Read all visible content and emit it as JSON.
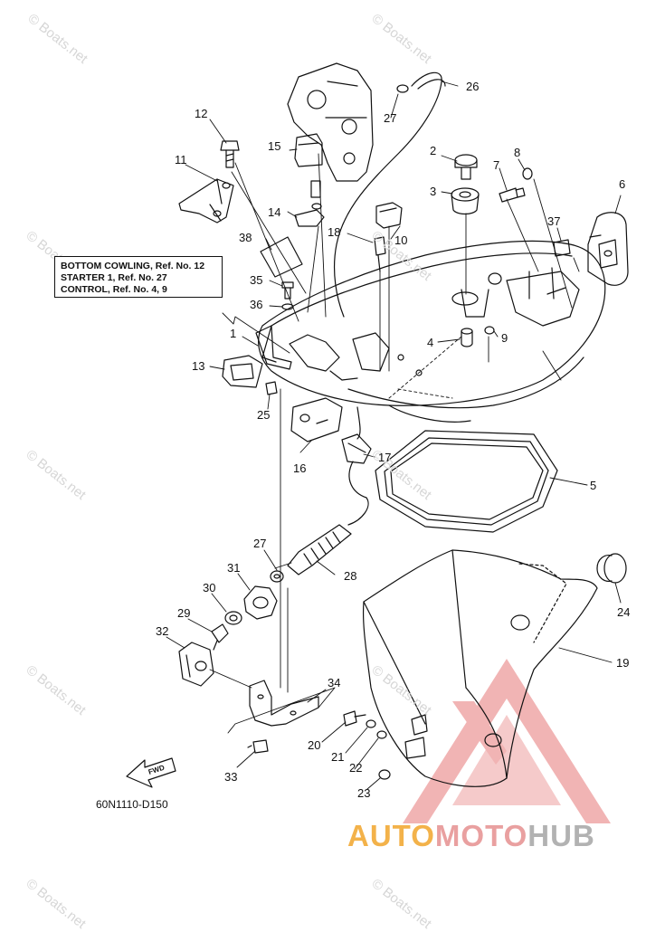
{
  "watermark_text": "© Boats.net",
  "note_box": {
    "line1": "BOTTOM COWLING, Ref. No. 12",
    "line2": "STARTER 1, Ref. No. 27",
    "line3": "CONTROL, Ref. No. 4, 9"
  },
  "diagram_code": "60N1110-D150",
  "fwd_label": "FWD",
  "brand": {
    "part1": "AUTO",
    "part2": "MOTO",
    "part3": "HUB"
  },
  "callouts": [
    "1",
    "2",
    "3",
    "4",
    "5",
    "6",
    "7",
    "8",
    "9",
    "10",
    "11",
    "12",
    "13",
    "14",
    "15",
    "16",
    "17",
    "18",
    "19",
    "20",
    "21",
    "22",
    "23",
    "24",
    "25",
    "26",
    "27",
    "27",
    "28",
    "29",
    "30",
    "31",
    "32",
    "33",
    "34",
    "35",
    "36",
    "37",
    "38"
  ],
  "colors": {
    "line": "#111111",
    "watermark": "#d6d6d6",
    "brand_orange": "#f3b24a",
    "brand_red": "#e9a0a0",
    "brand_gray": "#b2b2b2"
  }
}
